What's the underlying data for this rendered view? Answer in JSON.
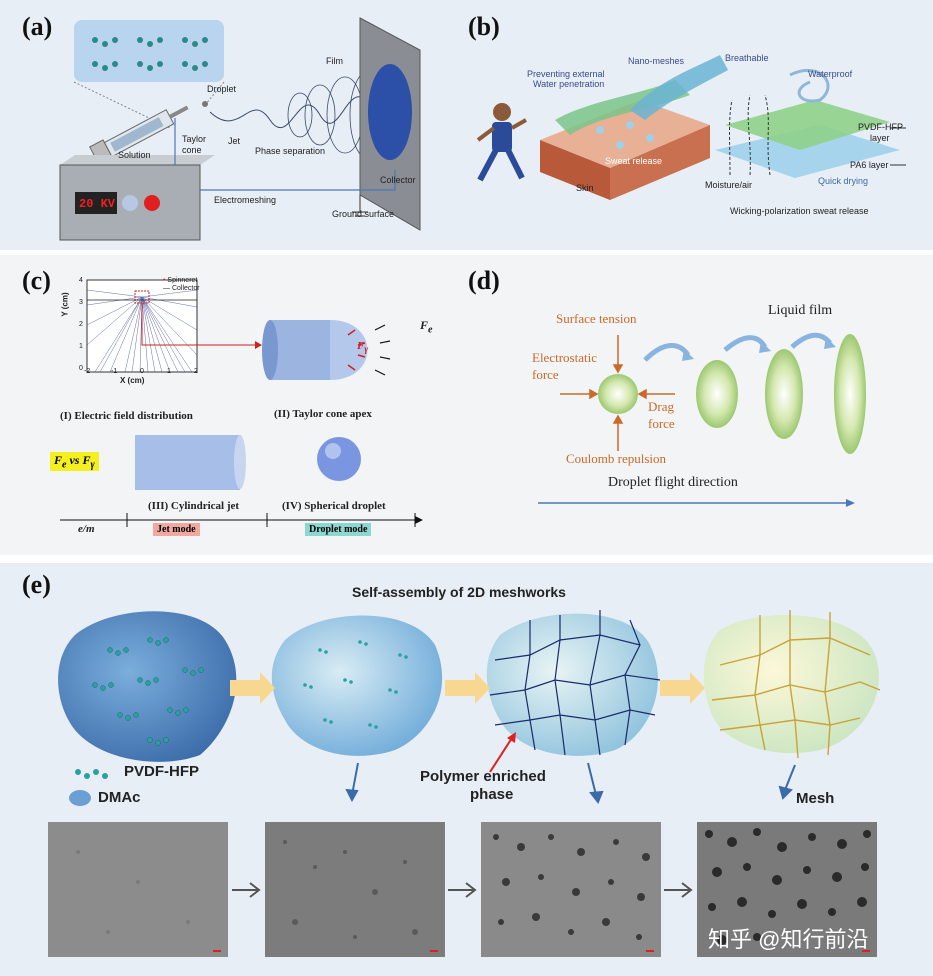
{
  "panels": {
    "a": "(a)",
    "b": "(b)",
    "c": "(c)",
    "d": "(d)",
    "e": "(e)"
  },
  "a": {
    "voltage": "20 KV",
    "droplet": "Droplet",
    "solution": "Solution",
    "taylor_cone": "Taylor\ncone",
    "taylor_cone_l1": "Taylor",
    "taylor_cone_l2": "cone",
    "jet": "Jet",
    "phase_separation": "Phase separation",
    "film": "Film",
    "collector": "Collector",
    "electromeshing": "Electromeshing",
    "ground": "Ground surface"
  },
  "b": {
    "preventing_l1": "Preventing external",
    "preventing_l2": "Water penetration",
    "nano_meshes": "Nano-meshes",
    "breathable": "Breathable",
    "waterproof": "Waterproof",
    "sweat_release": "Sweat release",
    "skin": "Skin",
    "pvdf_l1": "PVDF-HFP",
    "pvdf_l2": "layer",
    "pa6": "PA6 layer",
    "moisture": "Moisture/air",
    "quick_drying": "Quick drying",
    "wicking": "Wicking-polarization sweat release"
  },
  "c": {
    "legend_spinneret": "Spinneret",
    "legend_collector": "Collector",
    "ylabel": "Y (cm)",
    "xlabel": "X (cm)",
    "yticks": [
      "4",
      "3",
      "2",
      "1",
      "0"
    ],
    "xticks": [
      "-2",
      "-1",
      "0",
      "1",
      "2"
    ],
    "cap1": "(I) Electric field distribution",
    "cap2": "(II) Taylor cone apex",
    "cap3": "(III) Cylindrical jet",
    "cap4": "(IV) Spherical droplet",
    "fe": "F",
    "fe_sub": "e",
    "fg": "F",
    "fg_sub": "γ",
    "vs": "vs",
    "em": "e/m",
    "jet_mode": "Jet mode",
    "droplet_mode": "Droplet mode"
  },
  "d": {
    "surface_tension": "Surface tension",
    "electrostatic_l1": "Electrostatic",
    "electrostatic_l2": "force",
    "drag_l1": "Drag",
    "drag_l2": "force",
    "coulomb": "Coulomb repulsion",
    "liquid_film": "Liquid film",
    "flight": "Droplet flight direction"
  },
  "e": {
    "title": "Self-assembly of 2D meshworks",
    "pvdf": "PVDF-HFP",
    "dmac": "DMAc",
    "polymer_l1": "Polymer enriched",
    "polymer_l2": "phase",
    "mesh": "Mesh",
    "watermark": "知乎 @知行前沿"
  },
  "colors": {
    "accent_blue": "#4a78b8",
    "orange": "#c96a2a",
    "mesh_gold": "#c9a23a"
  }
}
